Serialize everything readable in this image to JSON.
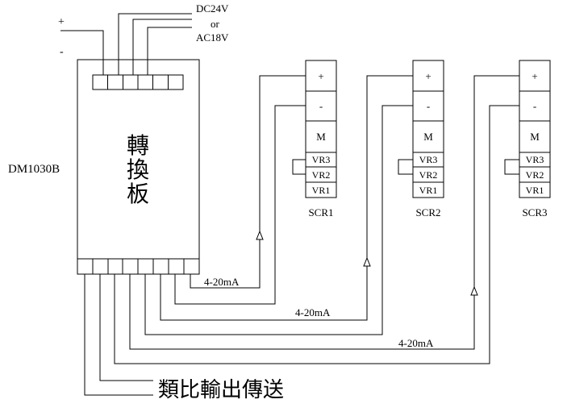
{
  "power": {
    "plus": "+",
    "minus": "-",
    "label_line1": "DC24V",
    "label_line2": "or",
    "label_line3": "AC18V"
  },
  "converter": {
    "model": "DM1030B",
    "title_chars": [
      "轉",
      "換",
      "板"
    ]
  },
  "scr_units": [
    {
      "name": "SCR1",
      "rows": [
        "+",
        "-",
        "M",
        "VR3",
        "VR2",
        "VR1"
      ]
    },
    {
      "name": "SCR2",
      "rows": [
        "+",
        "-",
        "M",
        "VR3",
        "VR2",
        "VR1"
      ]
    },
    {
      "name": "SCR3",
      "rows": [
        "+",
        "-",
        "M",
        "VR3",
        "VR2",
        "VR1"
      ]
    }
  ],
  "signal_labels": [
    "4-20mA",
    "4-20mA",
    "4-20mA"
  ],
  "analog_output_label": "類比輸出傳送"
}
